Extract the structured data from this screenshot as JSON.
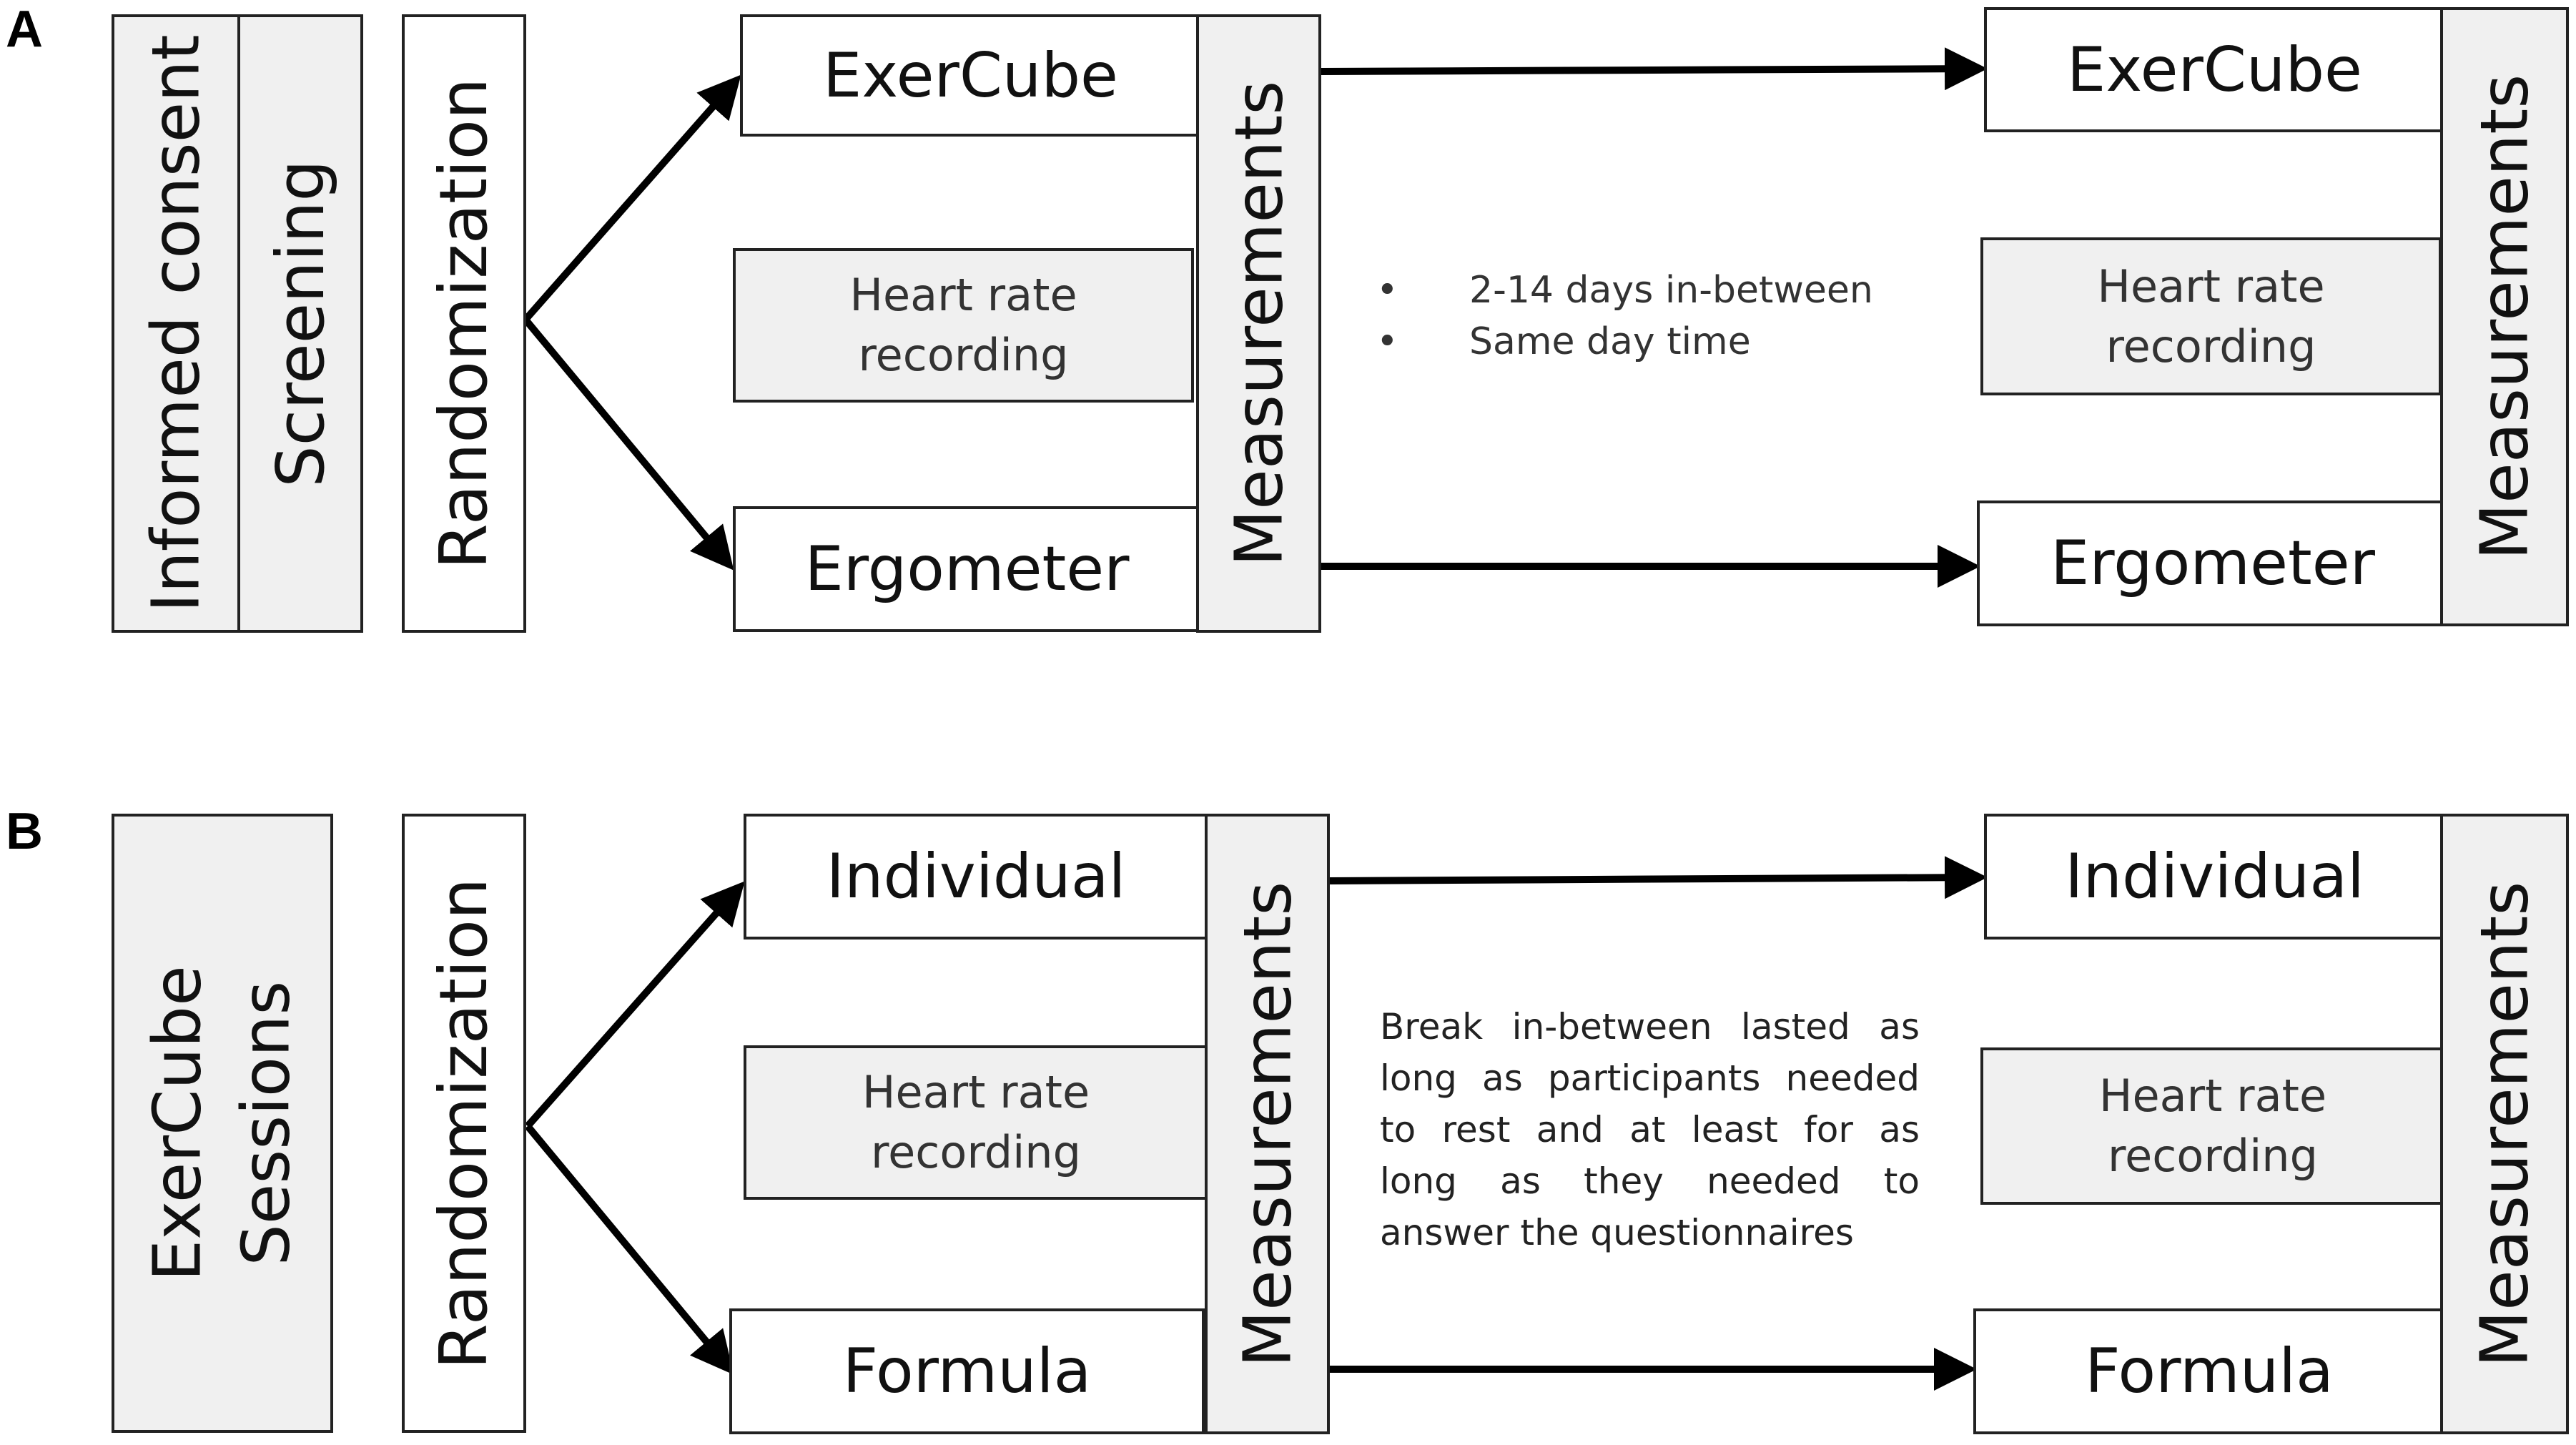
{
  "panel_a": {
    "label": "A",
    "informed_consent": "Informed consent",
    "screening": "Screening",
    "randomization": "Randomization",
    "arm_top": "ExerCube",
    "arm_bottom": "Ergometer",
    "heart_rate": "Heart rate recording",
    "measurements": "Measurements",
    "notes": [
      "2-14 days in-between",
      "Same day time"
    ],
    "arm_top_2": "ExerCube",
    "arm_bottom_2": "Ergometer",
    "heart_rate_2": "Heart rate recording",
    "measurements_2": "Measurements"
  },
  "panel_b": {
    "label": "B",
    "sessions": "ExerCube Sessions",
    "randomization": "Randomization",
    "arm_top": "Individual",
    "arm_bottom": "Formula",
    "heart_rate": "Heart rate recording",
    "measurements": "Measurements",
    "break_text": "Break in-between lasted as long as participants needed to rest and at least for as long as they needed to answer the questionnaires",
    "arm_top_2": "Individual",
    "arm_bottom_2": "Formula",
    "heart_rate_2": "Heart rate recording",
    "measurements_2": "Measurements"
  },
  "colors": {
    "box_fill_gray": "#f0f0f0",
    "border": "#222222",
    "arrow": "#000000"
  }
}
